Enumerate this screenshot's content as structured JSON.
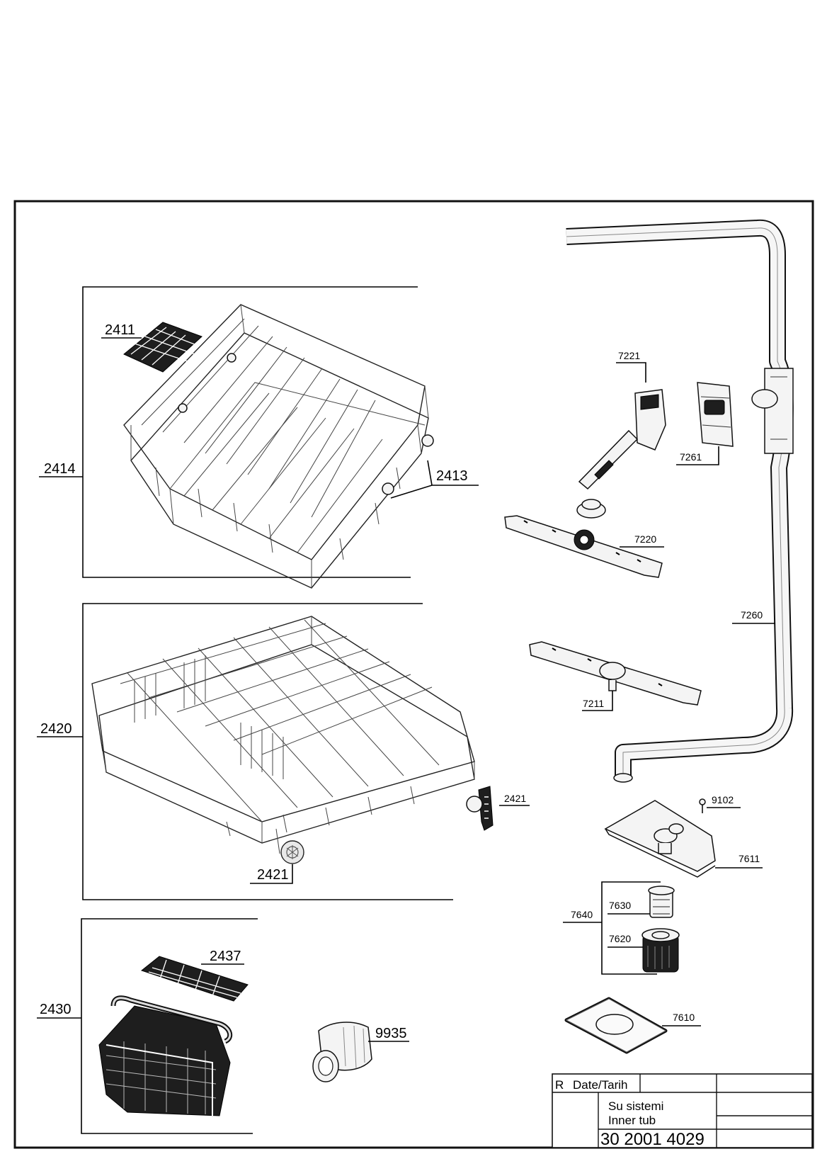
{
  "callouts": {
    "p2411": "2411",
    "p2413": "2413",
    "p2414": "2414",
    "p2420": "2420",
    "p2421_right": "2421",
    "p2421_left": "2421",
    "p2430": "2430",
    "p2437": "2437",
    "p9935": "9935",
    "p7221": "7221",
    "p7261": "7261",
    "p7220": "7220",
    "p7260": "7260",
    "p7211": "7211",
    "p9102": "9102",
    "p7611": "7611",
    "p7640": "7640",
    "p7630": "7630",
    "p7620": "7620",
    "p7610": "7610"
  },
  "title_block": {
    "rev": "R",
    "date_label": "Date/Tarih",
    "name_tr": "Su sistemi",
    "name_en": "Inner tub",
    "drawing_number": "30 2001 4029"
  }
}
